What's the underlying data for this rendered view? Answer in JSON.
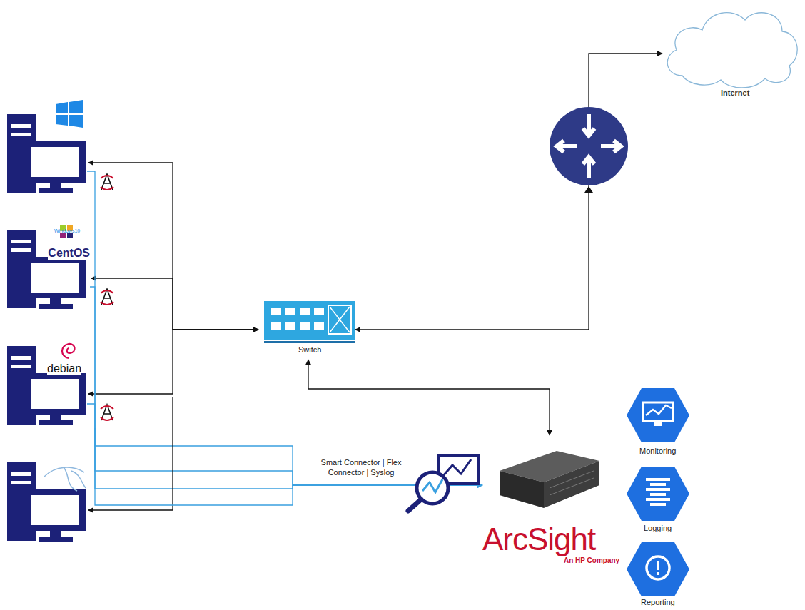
{
  "diagram": {
    "nodes": [
      {
        "text": [
          "Windows10"
        ]
      },
      {
        "text": [
          "CentOS"
        ]
      },
      {
        "text": [
          "debian"
        ]
      },
      {
        "text": [
          "Switch"
        ]
      },
      {
        "text": [
          "Internet"
        ]
      },
      {
        "text": [
          "ArcSight",
          "An HP Company"
        ]
      },
      {
        "text": [
          "Monitoring"
        ]
      },
      {
        "text": [
          "Logging"
        ]
      },
      {
        "text": [
          "Reporting"
        ]
      }
    ],
    "edges": [
      {
        "from": 3,
        "to": 0,
        "arrow": "both"
      },
      {
        "from": 3,
        "to": 1,
        "arrow": "both"
      },
      {
        "from": 3,
        "to": 2,
        "arrow": "both"
      },
      {
        "from": 0,
        "to": 5,
        "arrow": "to",
        "label": "Smart Connector | Flex Connector | Syslog"
      },
      {
        "from": 1,
        "to": 5,
        "arrow": "to"
      },
      {
        "from": 2,
        "to": 5,
        "arrow": "to"
      },
      {
        "from": 3,
        "to": 5,
        "arrow": "both"
      },
      {
        "from": 3,
        "to": 4,
        "arrow": "both"
      }
    ]
  }
}
